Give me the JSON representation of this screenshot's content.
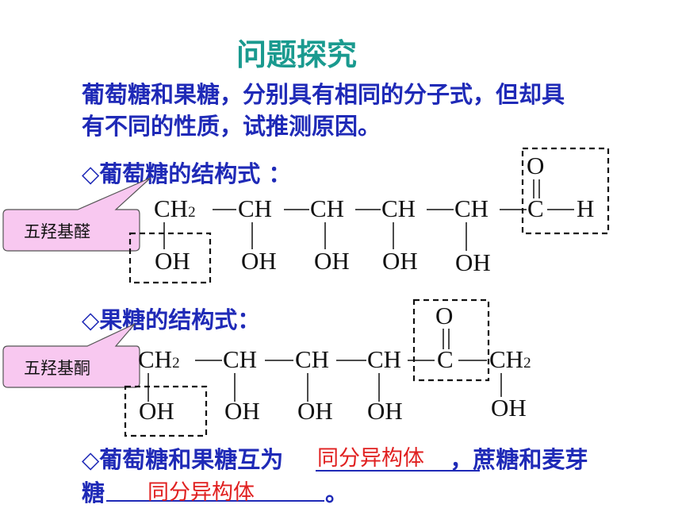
{
  "title": "问题探究",
  "question": {
    "line1": "葡萄糖和果糖，分别具有相同的分子式，但却具",
    "line2": "有不同的性质，试推测原因。"
  },
  "glucose": {
    "heading": "◇葡萄糖的结构式 ：",
    "callout": "五羟基醛",
    "chain": {
      "ch2": "CH",
      "ch2_sub": "2",
      "ch": "CH",
      "c": "C",
      "h": "H",
      "o": "O",
      "oh": "OH"
    }
  },
  "fructose": {
    "heading": "◇果糖的结构式：",
    "callout": "五羟基酮",
    "chain": {
      "ch2": "CH",
      "ch2_sub": "2",
      "ch": "CH",
      "c": "C",
      "o": "O",
      "oh": "OH"
    }
  },
  "conclusion": {
    "line1_prefix": "◇葡萄糖和果糖互为",
    "answer1": "同分异构体",
    "line1_suffix": "，蔗糖和麦芽",
    "line2_prefix": "糖",
    "answer2": "同分异构体",
    "line2_suffix": "。"
  },
  "colors": {
    "title": "#1a9a8f",
    "text": "#1f2ab7",
    "answer": "#e02020",
    "callout_fill": "#f8c8f0"
  }
}
